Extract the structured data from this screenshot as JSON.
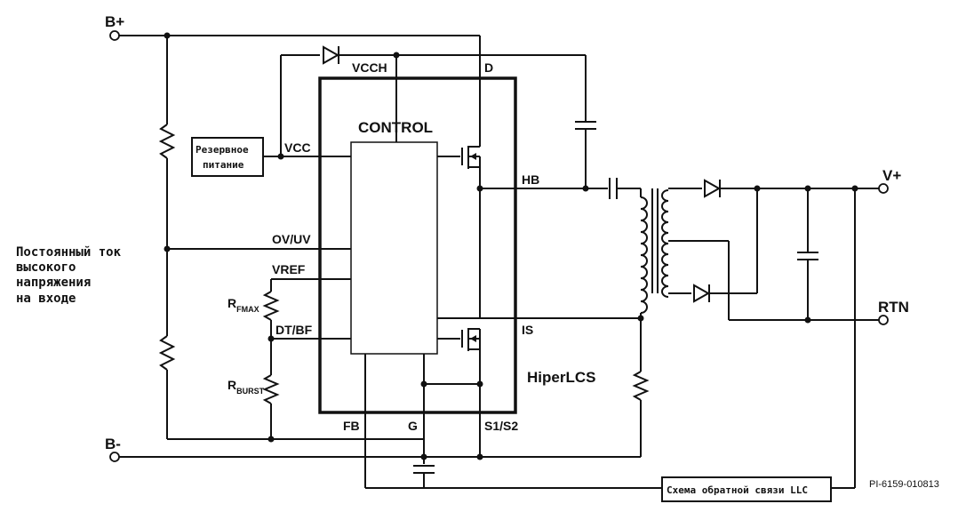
{
  "terminals": {
    "b_plus": "B+",
    "b_minus": "B-",
    "v_plus": "V+",
    "rtn": "RTN"
  },
  "chip": {
    "name": "HiperLCS",
    "control": "CONTROL",
    "pins": {
      "vcch": "VCCH",
      "d": "D",
      "vcc": "VCC",
      "hb": "HB",
      "ovuv": "OV/UV",
      "vref": "VREF",
      "dtbf": "DT/BF",
      "is": "IS",
      "fb": "FB",
      "g": "G",
      "s1s2": "S1/S2"
    }
  },
  "resistors": {
    "rfmax": {
      "main": "R",
      "sub": "FMAX"
    },
    "rburst": {
      "main": "R",
      "sub": "BURST"
    }
  },
  "boxes": {
    "standby_line1": "Резервное",
    "standby_line2": "питание",
    "feedback": "Схема обратной связи LLC"
  },
  "input_label": [
    "Постоянный ток",
    "высокого",
    "напряжения",
    "на входе"
  ],
  "figure_ref": "PI-6159-010813"
}
